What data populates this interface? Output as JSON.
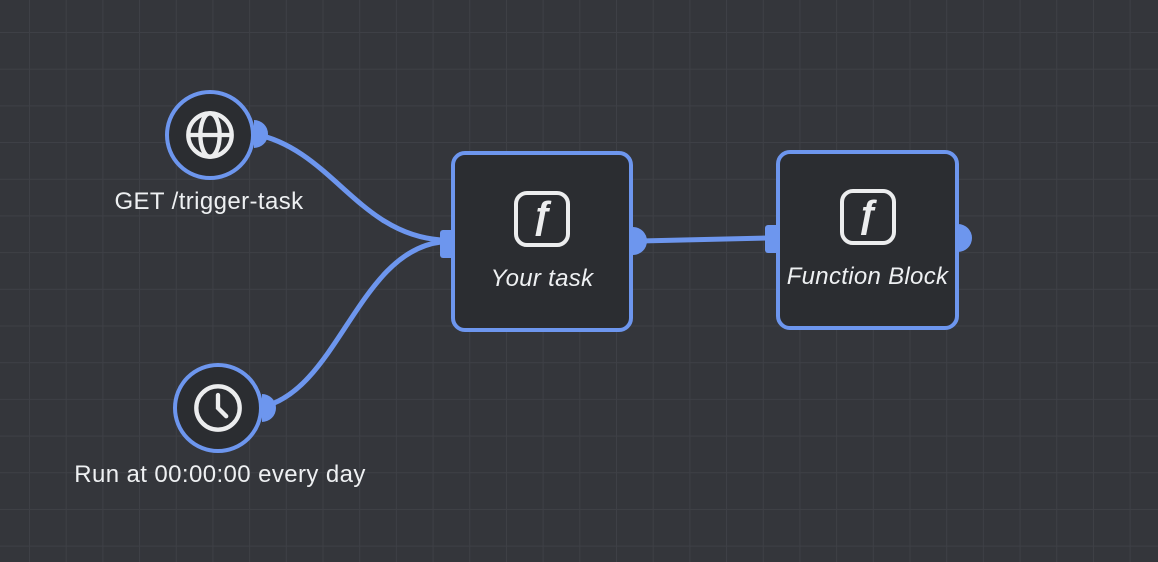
{
  "app": {
    "name": "flow-editor-canvas"
  },
  "colors": {
    "background": "#34363b",
    "grid_line": "#3e4046",
    "accent_blue": "#6d96ee",
    "node_fill": "#2b2d31",
    "icon": "#ecedee",
    "label_text": "#eef0f2"
  },
  "nodes": {
    "http_trigger": {
      "label": "GET /trigger-task",
      "icon": "globe-icon",
      "type": "trigger"
    },
    "schedule_trigger": {
      "label": "Run at 00:00:00 every day",
      "icon": "clock-icon",
      "type": "trigger"
    },
    "your_task": {
      "label": "Your task",
      "icon": "function-icon",
      "glyph": "ƒ",
      "type": "function"
    },
    "function_block": {
      "label": "Function Block",
      "icon": "function-icon",
      "glyph": "ƒ",
      "type": "function"
    }
  },
  "connections": [
    {
      "from": "http_trigger",
      "to": "your_task"
    },
    {
      "from": "schedule_trigger",
      "to": "your_task"
    },
    {
      "from": "your_task",
      "to": "function_block"
    }
  ]
}
